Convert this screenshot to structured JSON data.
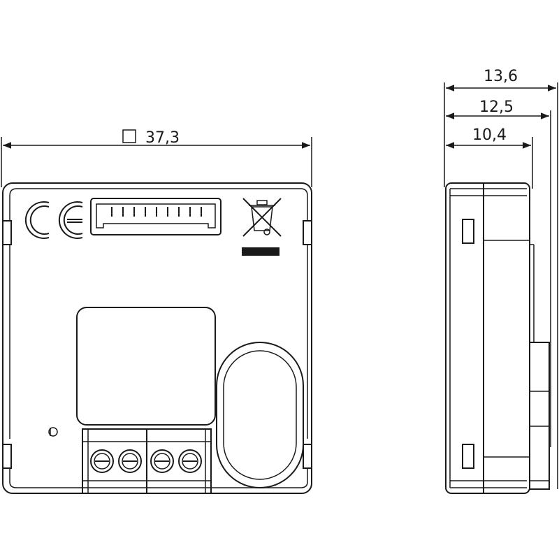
{
  "dimensions": {
    "front_width": "37,3",
    "side_total": "13,6",
    "side_mid": "12,5",
    "side_short": "10,4"
  },
  "symbols": [
    "ce-mark-icon",
    "weee-bin-icon",
    "square-dimension-icon"
  ],
  "colors": {
    "line": "#1a1a1a",
    "background": "#ffffff"
  }
}
